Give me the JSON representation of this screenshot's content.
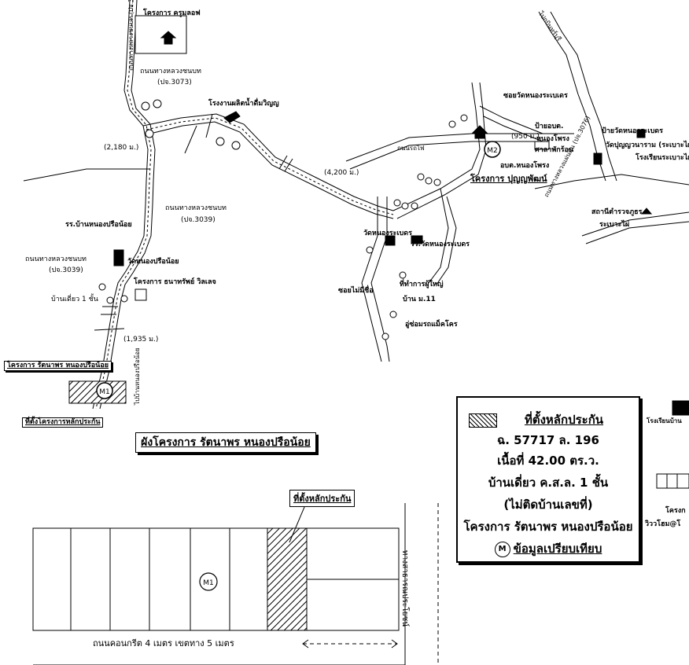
{
  "map": {
    "title": "ผังโครงการ รัตนาพร หนองปรือน้อย",
    "places": {
      "p1": "โครงการ ครูมลอฟ",
      "p2": "ถนนทางหลวงชนบท",
      "p3": "(ปจ.3073)",
      "p4": "โรงงานผลิตน้ำดื่มวิญญ",
      "p5": "(2,180 ม.)",
      "p6": "(4,200 ม.)",
      "p7": "ถนนทางหลวงชนบท",
      "p8": "(ปจ.3039)",
      "p9": "รร.บ้านหนองปรือน้อย",
      "p10": "ถนนทางหลวงชนบท",
      "p11": "(ปจ.3039)",
      "p12": "วัดหนองปรือน้อย",
      "p13": "โครงการ ธนาทรัพย์ วิลเลจ",
      "p14": "บ้านเดี่ยว 1 ชั้น",
      "p15": "(1,935 ม.)",
      "p16": "โครงการ รัตนาพร หนองปรือน้อย",
      "p17": "ที่ตั้งโครงการหลักประกัน",
      "p18": "ซอยวัดหนองระเบเดร",
      "p19": "ป้ายอบต.",
      "p20": "หนองโพรง",
      "p21": "(950 ม.)",
      "p22": "ศาลาพักร้อน",
      "p23": "อบต.หนองโพรง",
      "p24": "โครงการ ปุญญพัฒน์",
      "p25": "ป้ายวัดหนองระเบดร",
      "p26": "วัดปุญญวนาราม (ระเบาะไผ่)",
      "p27": "โรงเรียนระเบาะไผ่",
      "p28": "สถานีตำรวจภูธร",
      "p29": "ระเบาะไผ่",
      "p30": "วัดหนองระเบดร",
      "p31": "รร.วัดหนองระเบดร",
      "p32": "ซอยไม่มีชื่อ",
      "p33": "ที่ทำการผู้ใหญ่",
      "p34": "บ้าน ม.11",
      "p35": "อู่ซ่อมรถแม็คโคร",
      "p36": "ไปกบินทร์บุรี",
      "p37": "ถนนทางหลวงแผ่นดิน (ปจ.3076)",
      "p38": "ไปบ้านหนองปรือน้อย",
      "p39": "ถนนรถไฟ",
      "p40": "ถนนทางหลวงชนบท (ปจ.3073)",
      "p41": "โรงเรียนบ้าน",
      "p42": "โครงก",
      "p43": "วิววโฮม@โ"
    },
    "markers": {
      "m1": "M1",
      "m2": "M2"
    }
  },
  "legend": {
    "heading": "ที่ตั้งหลักประกัน",
    "deed": "ฉ. 57717 ล. 196",
    "area": "เนื้อที่ 42.00 ตร.ว.",
    "type": "บ้านเดี่ยว ค.ส.ล. 1 ชั้น",
    "number": "(ไม่ติดบ้านเลขที่)",
    "project": "โครงการ รัตนาพร หนองปรือน้อย",
    "marker": "M",
    "comparison": "ข้อมูลเปรียบเทียบ"
  },
  "plan": {
    "collateral_label": "ที่ตั้งหลักประกัน",
    "road_label": "ถนนคอนกรีต 4 เมตร เขตทาง 5 เมตร",
    "side_road": "ทางสาธารณประโยชน์",
    "marker": "M1"
  }
}
